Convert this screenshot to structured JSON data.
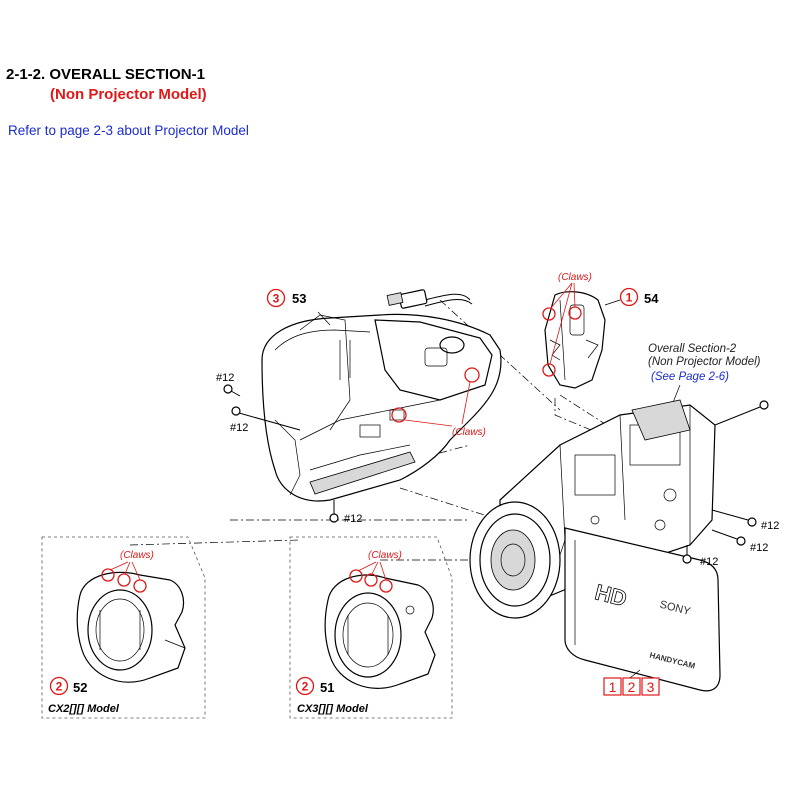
{
  "header": {
    "title": "2-1-2. OVERALL SECTION-1",
    "subtitle": "(Non Projector Model)",
    "refer_note": "Refer to page 2-3 about Projector Model"
  },
  "callouts": {
    "part_53": "53",
    "part_54": "54",
    "part_51": "51",
    "part_52": "52",
    "circle_3": "3",
    "circle_1": "1",
    "circle_2a": "2",
    "circle_2b": "2"
  },
  "claws_label": "(Claws)",
  "screw_label": "#12",
  "overall_ref": {
    "line1": "Overall Section-2",
    "line2": "(Non Projector Model)",
    "link": "(See Page 2-6)"
  },
  "models": {
    "cx2": "CX2[][] Model",
    "cx3": "CX3[][] Model"
  },
  "boxed_numbers": [
    "1",
    "2",
    "3"
  ],
  "product_marks": {
    "hd": "HD",
    "brand": "SONY",
    "handycam": "HANDYCAM"
  },
  "colors": {
    "title": "#000000",
    "subtitle": "#e01818",
    "link": "#1a2bd0",
    "callout": "#e01818"
  }
}
